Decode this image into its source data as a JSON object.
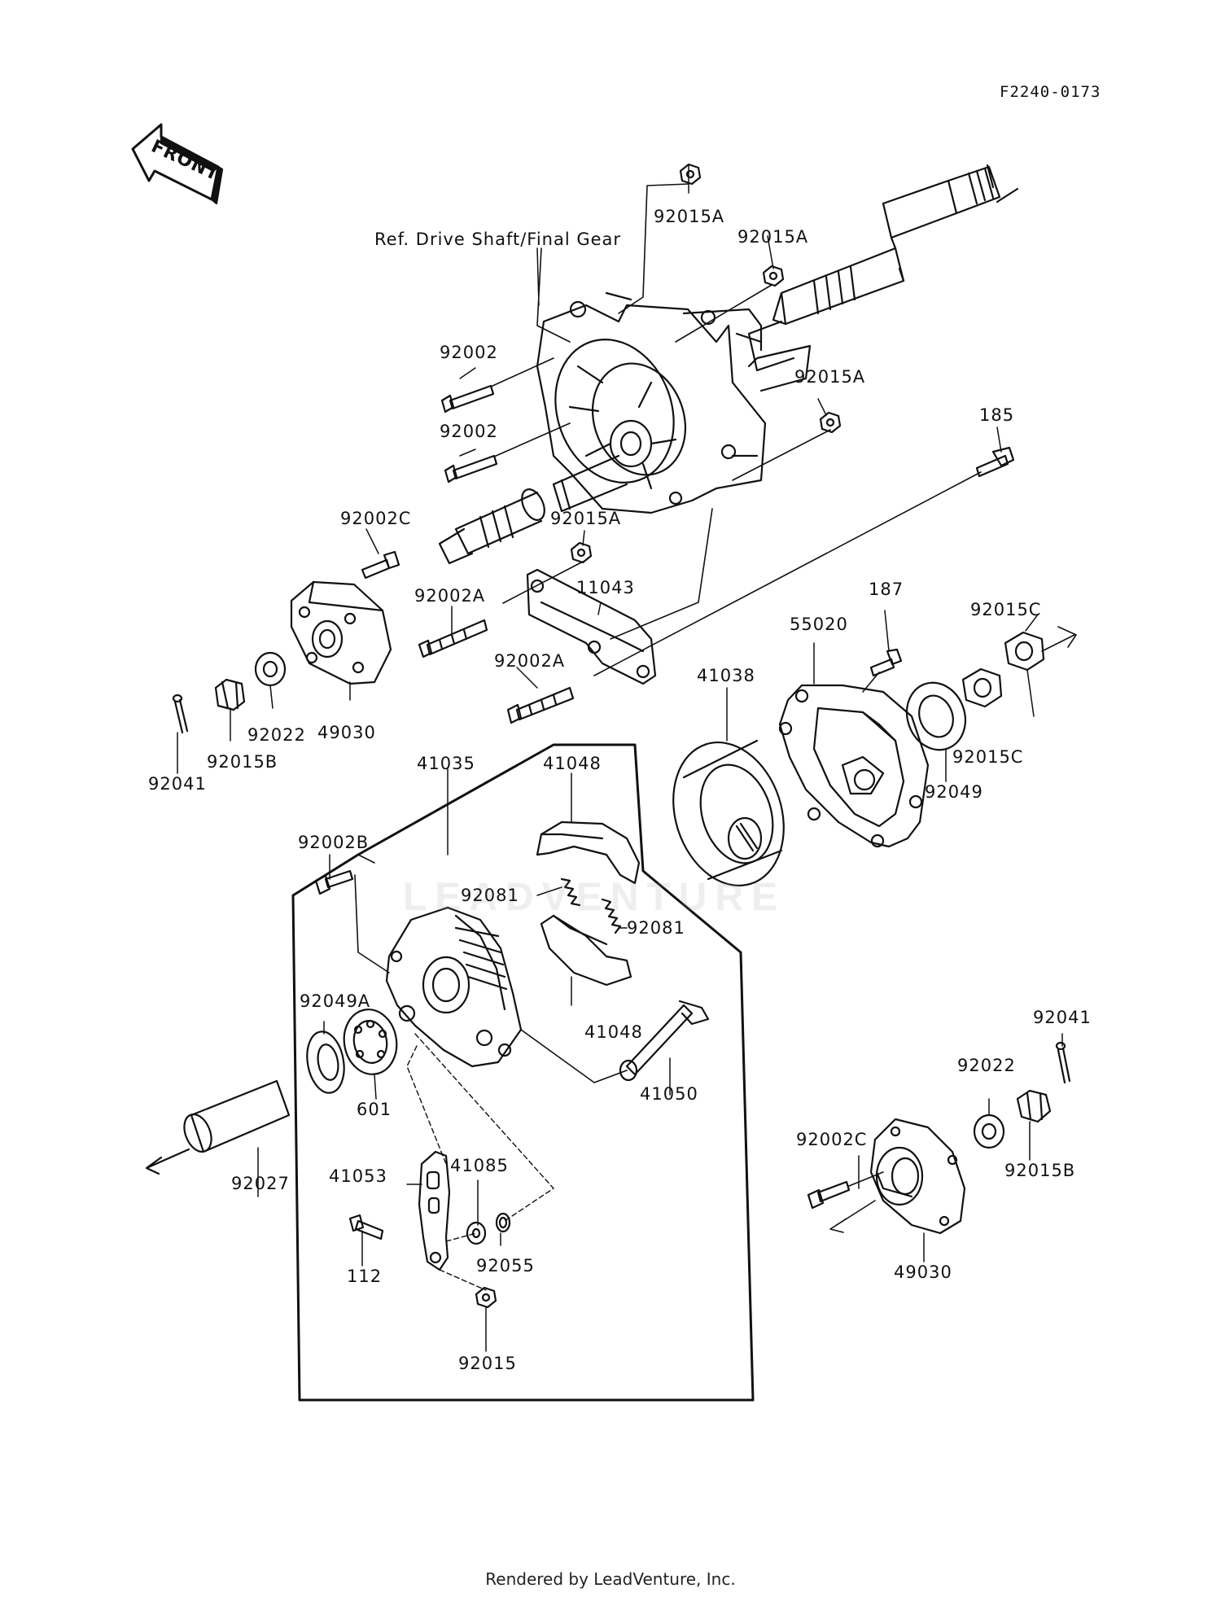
{
  "figure_code": "F2240-0173",
  "front_indicator": "FRONT",
  "reference_note": "Ref. Drive Shaft/Final Gear",
  "watermark": "LEADVENTURE",
  "footer": "Rendered by LeadVenture, Inc.",
  "callouts": [
    {
      "id": "c01",
      "text": "92015A"
    },
    {
      "id": "c02",
      "text": "92015A"
    },
    {
      "id": "c03",
      "text": "92002"
    },
    {
      "id": "c04",
      "text": "92002"
    },
    {
      "id": "c05",
      "text": "92015A"
    },
    {
      "id": "c06",
      "text": "185"
    },
    {
      "id": "c07",
      "text": "92002C"
    },
    {
      "id": "c08",
      "text": "92015A"
    },
    {
      "id": "c09",
      "text": "92002A"
    },
    {
      "id": "c10",
      "text": "11043"
    },
    {
      "id": "c11",
      "text": "92002A"
    },
    {
      "id": "c12",
      "text": "187"
    },
    {
      "id": "c13",
      "text": "55020"
    },
    {
      "id": "c14",
      "text": "92015C"
    },
    {
      "id": "c15",
      "text": "41038"
    },
    {
      "id": "c16",
      "text": "92022"
    },
    {
      "id": "c17",
      "text": "49030"
    },
    {
      "id": "c18",
      "text": "92015B"
    },
    {
      "id": "c19",
      "text": "92041"
    },
    {
      "id": "c20",
      "text": "41035"
    },
    {
      "id": "c21",
      "text": "41048"
    },
    {
      "id": "c22",
      "text": "92015C"
    },
    {
      "id": "c23",
      "text": "92049"
    },
    {
      "id": "c24",
      "text": "92002B"
    },
    {
      "id": "c25",
      "text": "92081"
    },
    {
      "id": "c26",
      "text": "92081"
    },
    {
      "id": "c27",
      "text": "92049A"
    },
    {
      "id": "c28",
      "text": "41048"
    },
    {
      "id": "c29",
      "text": "601"
    },
    {
      "id": "c30",
      "text": "41050"
    },
    {
      "id": "c31",
      "text": "92041"
    },
    {
      "id": "c32",
      "text": "92022"
    },
    {
      "id": "c33",
      "text": "92002C"
    },
    {
      "id": "c34",
      "text": "92015B"
    },
    {
      "id": "c35",
      "text": "41053"
    },
    {
      "id": "c36",
      "text": "41085"
    },
    {
      "id": "c37",
      "text": "92027"
    },
    {
      "id": "c38",
      "text": "112"
    },
    {
      "id": "c39",
      "text": "92055"
    },
    {
      "id": "c40",
      "text": "49030"
    },
    {
      "id": "c41",
      "text": "92015"
    }
  ]
}
